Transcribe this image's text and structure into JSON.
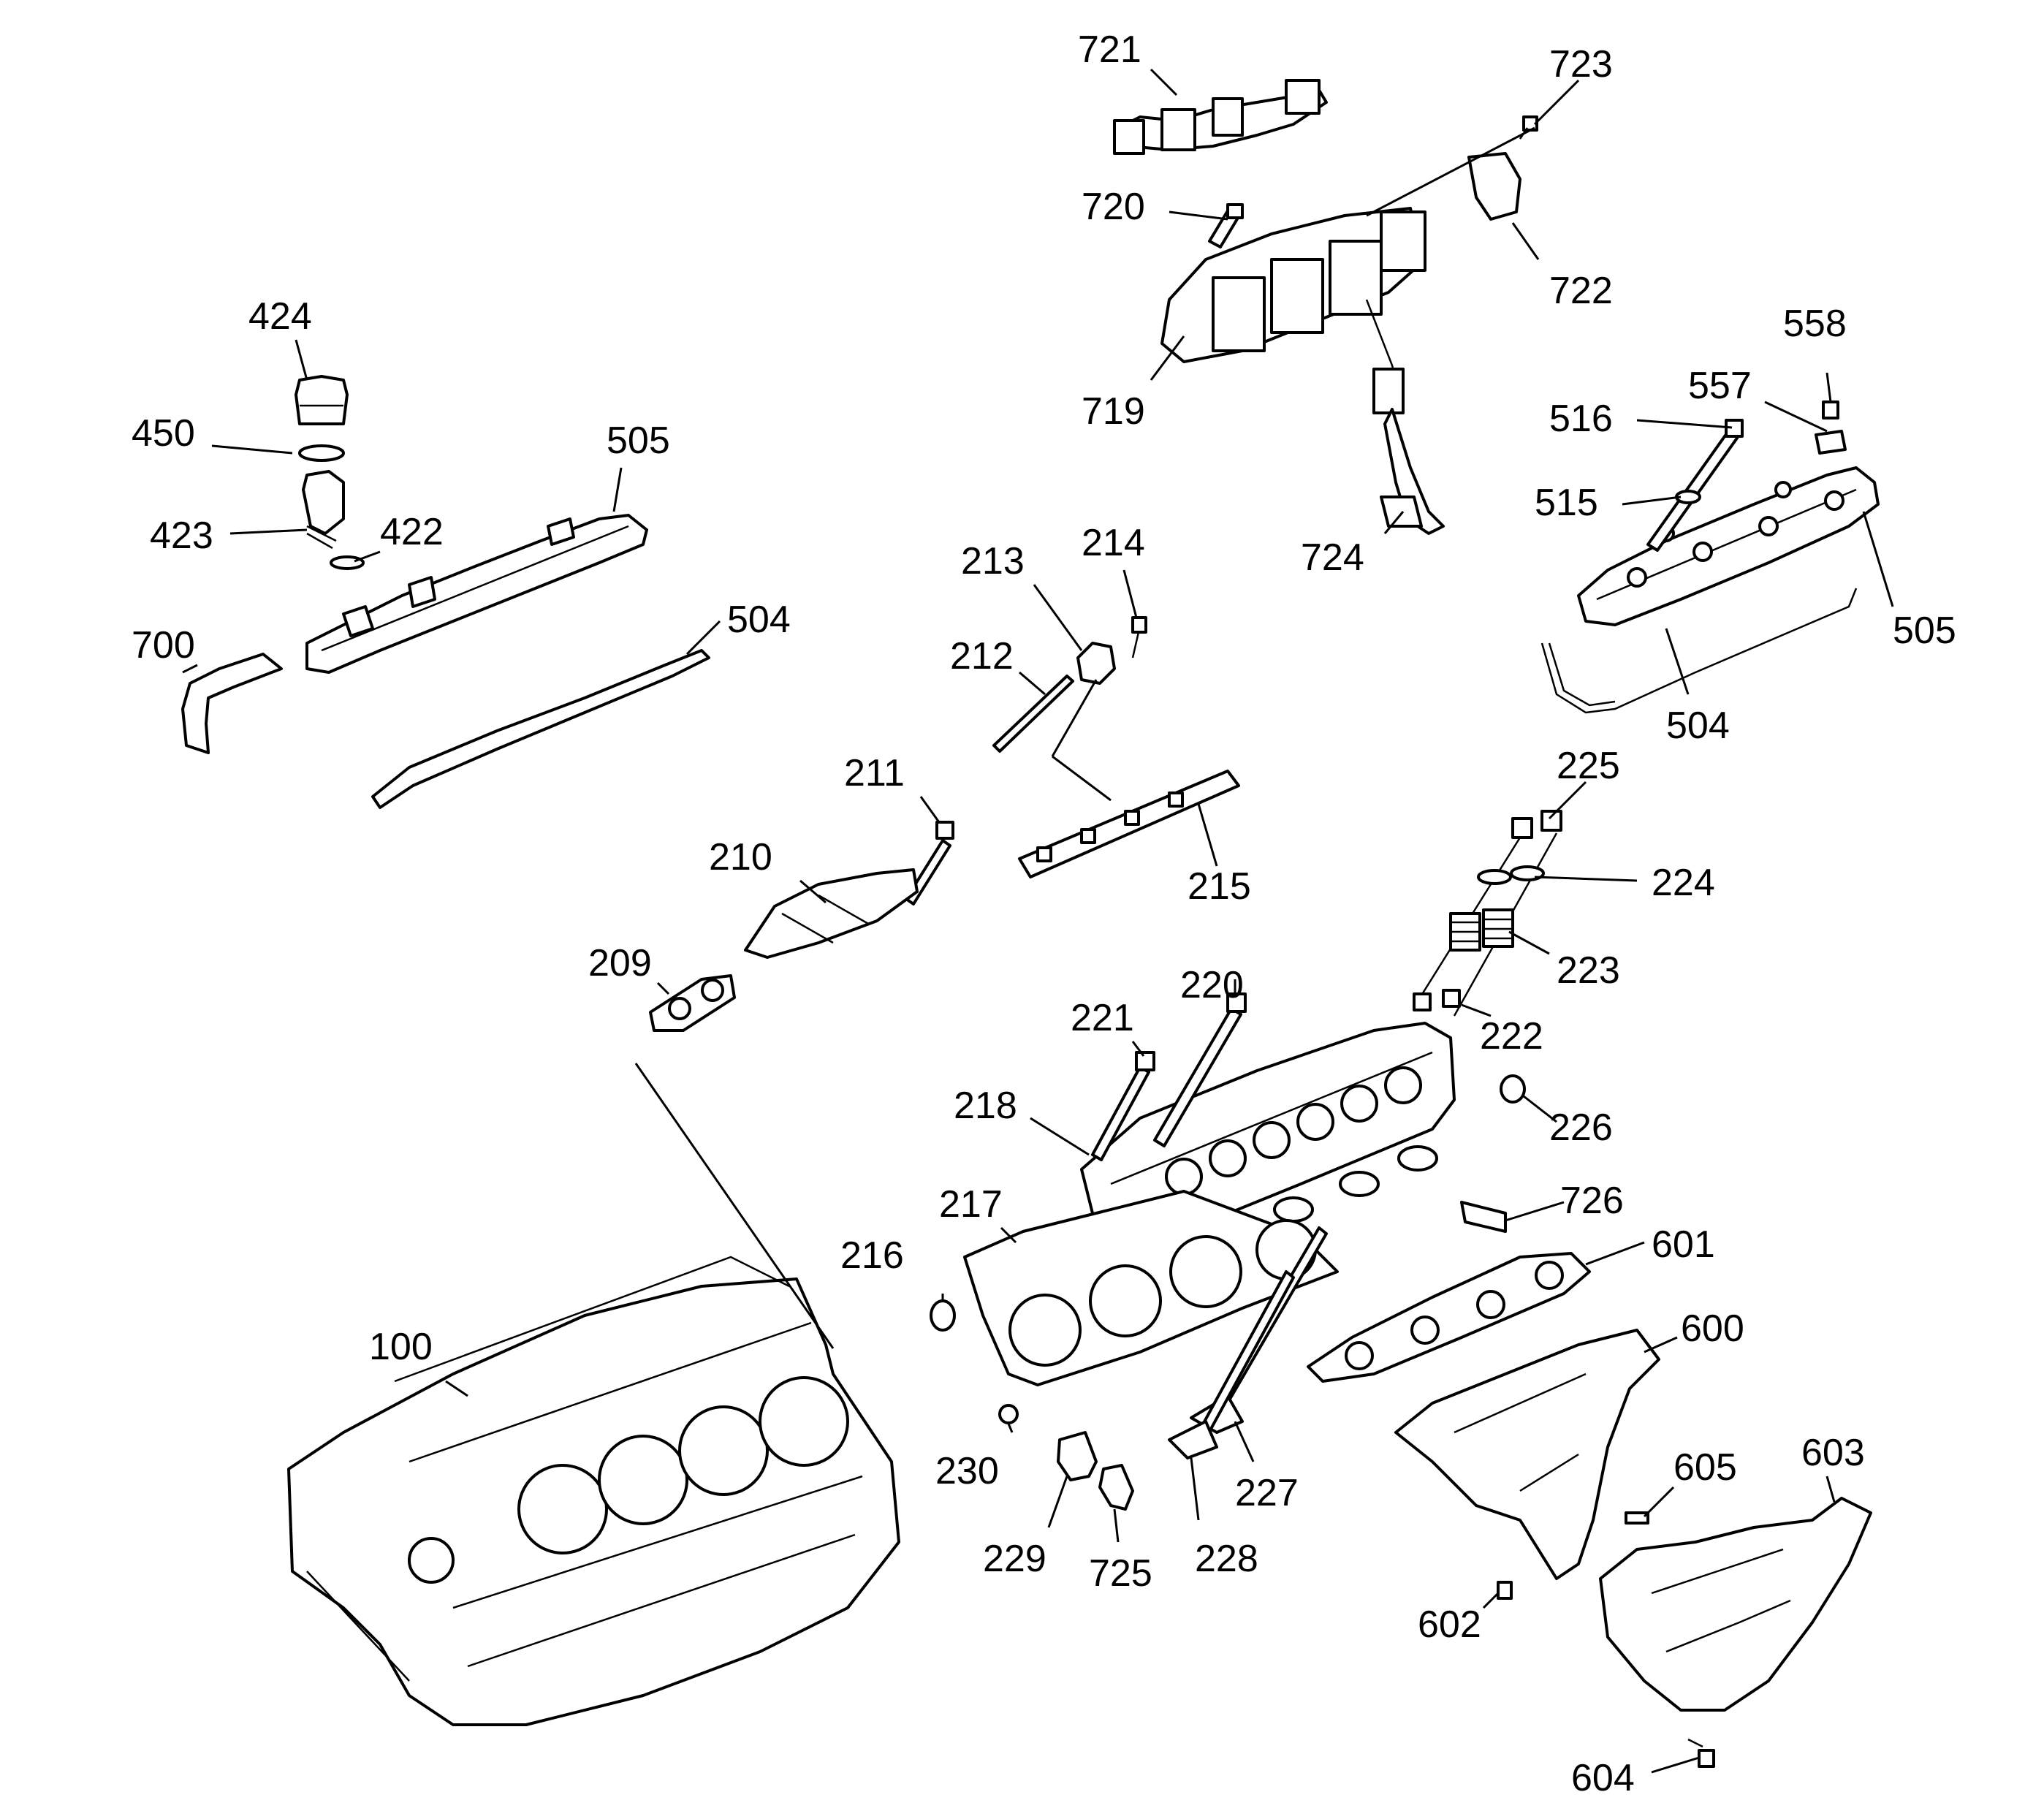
{
  "diagram": {
    "callouts": [
      "721",
      "723",
      "720",
      "722",
      "719",
      "724",
      "424",
      "450",
      "505",
      "423",
      "422",
      "700",
      "504",
      "558",
      "557",
      "516",
      "515",
      "505",
      "504",
      "213",
      "214",
      "212",
      "211",
      "210",
      "215",
      "209",
      "225",
      "224",
      "223",
      "222",
      "221",
      "220",
      "218",
      "217",
      "226",
      "726",
      "216",
      "601",
      "600",
      "603",
      "605",
      "100",
      "230",
      "229",
      "725",
      "227",
      "228",
      "602",
      "604"
    ]
  }
}
